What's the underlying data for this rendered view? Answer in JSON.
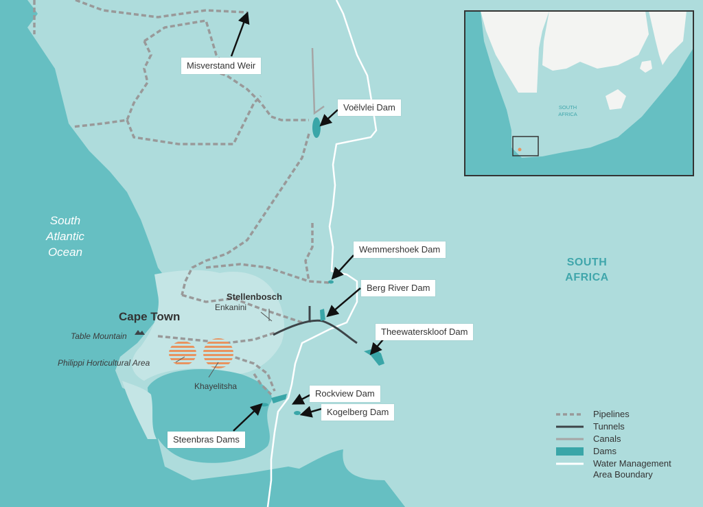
{
  "colors": {
    "sea": "#66bfc2",
    "land": "#aedcdc",
    "metro": "#c4e5e5",
    "dam": "#3aa6a8",
    "pipeline": "#999999",
    "tunnel": "#3d4448",
    "canal": "#a5a5a5",
    "boundary": "#ffffff",
    "agri_hatch": "#e8935f",
    "inset_land": "#f3f4f2"
  },
  "labels": {
    "misverstand": "Misverstand Weir",
    "voelvlei": "Voëlvlei Dam",
    "wemmershoek": "Wemmershoek Dam",
    "berg": "Berg River Dam",
    "theewaterskloof": "Theewaterskloof Dam",
    "rockview": "Rockview Dam",
    "kogelberg": "Kogelberg Dam",
    "steenbras": "Steenbras Dams"
  },
  "places": {
    "ocean": "South\nAtlantic\nOcean",
    "south_africa": "SOUTH\nAFRICA",
    "cape_town": "Cape Town",
    "stellenbosch": "Stellenbosch",
    "enkanini": "Enkanini",
    "table_mountain": "Table Mountain",
    "philippi": "Philippi Horticultural Area",
    "khayelitsha": "Khayelitsha"
  },
  "inset": {
    "label": "SOUTH\nAFRICA"
  },
  "legend": [
    {
      "label": "Pipelines",
      "icon": "dashed-line"
    },
    {
      "label": "Tunnels",
      "icon": "solid-dark-line"
    },
    {
      "label": "Canals",
      "icon": "solid-grey-line"
    },
    {
      "label": "Dams",
      "icon": "teal-block"
    },
    {
      "label": "Water Management\nArea Boundary",
      "icon": "white-line"
    }
  ]
}
